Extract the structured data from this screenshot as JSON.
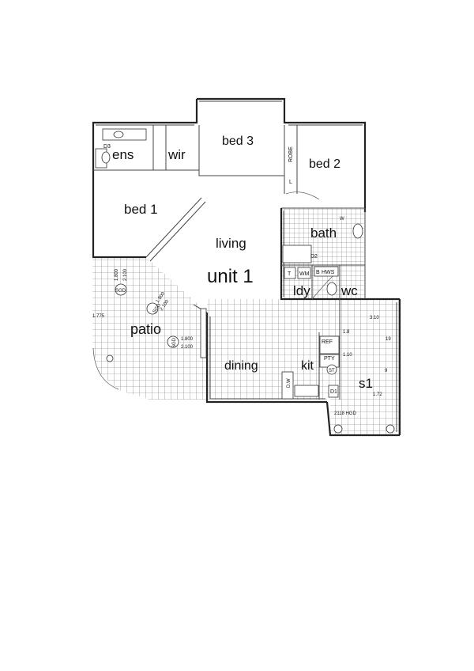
{
  "rooms": {
    "ens": "ens",
    "wir": "wir",
    "bed3": "bed 3",
    "robe": "ROBE",
    "bed2": "bed 2",
    "bed1": "bed 1",
    "living": "living",
    "unit": "unit 1",
    "bath": "bath",
    "ldy": "ldy",
    "wc": "wc",
    "patio": "patio",
    "dining": "dining",
    "kit": "kit",
    "s1": "s1"
  },
  "fixtures": {
    "d3": "D3",
    "d2": "D2",
    "d1": "D1",
    "t": "T",
    "wm": "WM",
    "b": "B",
    "hws": "HWS",
    "ref": "REF",
    "pty": "PTY",
    "dw": "D.W",
    "st": "ST",
    "l": "L",
    "w": "W"
  },
  "door_labels": {
    "sgd1_a": "1.800",
    "sgd1_b": "2.100",
    "sgd1_c": "SGD",
    "sgd2_a": "1.800",
    "sgd2_b": "2.100",
    "sgd2_c": "SGD",
    "sgd3_a": "1.800",
    "sgd3_b": "2.100",
    "sgd3_c": "SGD",
    "hgd": "2118 HGD"
  },
  "dimensions": {
    "d1": "1.775",
    "d2": "3.10",
    "d3": "1.8",
    "d4": "1.10",
    "d5": "1.72",
    "d6": "19",
    "d7": "9"
  }
}
